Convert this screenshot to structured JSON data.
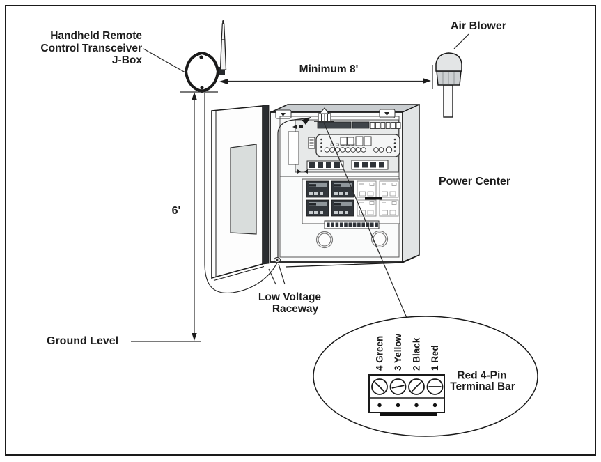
{
  "figure": {
    "jbox_label": {
      "line1": "Handheld Remote",
      "line2": "Control Transceiver",
      "line3": "J-Box"
    },
    "min_distance": "Minimum 8'",
    "air_blower": "Air Blower",
    "power_center": "Power Center",
    "height": "6'",
    "ground": "Ground Level",
    "raceway": {
      "line1": "Low Voltage",
      "line2": "Raceway"
    },
    "terminal": {
      "pins": [
        "4 Green",
        "3 Yellow",
        "2 Black",
        "1 Red"
      ],
      "title_line1": "Red 4-Pin",
      "title_line2": "Terminal Bar"
    },
    "colors": {
      "line": "#1a1a1a",
      "text": "#1c1c1c",
      "cabinet_top": "#c9cdd0",
      "cabinet_side": "#e1e4e5",
      "door_window": "#d9dddc",
      "module_dark": "#32363b"
    }
  }
}
